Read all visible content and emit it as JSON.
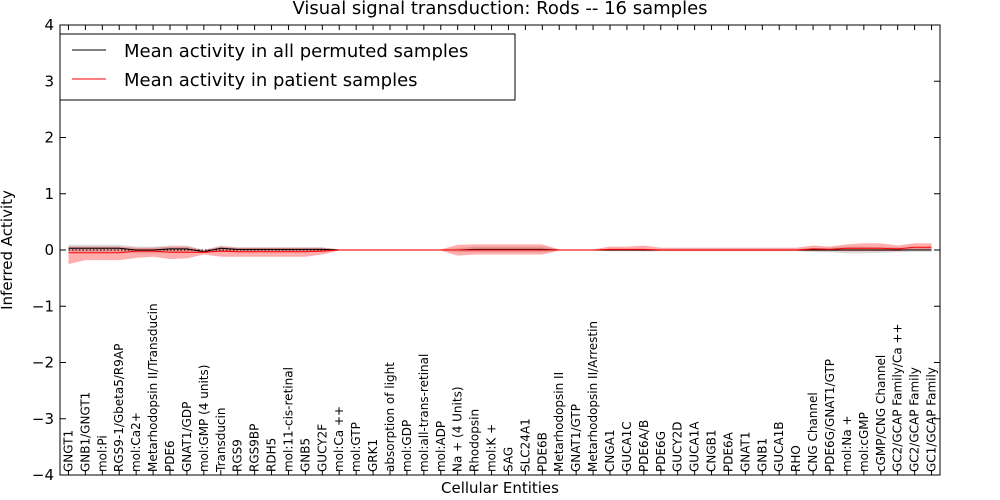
{
  "chart_data": {
    "type": "line",
    "title": "Visual signal transduction: Rods -- 16 samples",
    "xlabel": "Cellular Entities",
    "ylabel": "Inferred Activity",
    "ylim": [
      -4,
      4
    ],
    "yticks": [
      "−4",
      "−3",
      "−2",
      "−1",
      "0",
      "1",
      "2",
      "3",
      "4"
    ],
    "ytick_values": [
      -4,
      -3,
      -2,
      -1,
      0,
      1,
      2,
      3,
      4
    ],
    "legend_position": "top-left",
    "grid": false,
    "reference_line": {
      "y": 0,
      "style": "dotted"
    },
    "categories": [
      "GNGT1",
      "GNB1/GNGT1",
      "mol:Pi",
      "RGS9-1/Gbeta5/R9AP",
      "mol:Ca2+",
      "Metarhodopsin II/Transducin",
      "PDE6",
      "GNAT1/GDP",
      "mol:GMP (4 units)",
      "Transducin",
      "RGS9",
      "RGS9BP",
      "RDH5",
      "mol:11-cis-retinal",
      "GNB5",
      "GUCY2F",
      "mol:Ca ++",
      "mol:GTP",
      "GRK1",
      "absorption of light",
      "mol:GDP",
      "mol:all-trans-retinal",
      "mol:ADP",
      "Na + (4 Units)",
      "Rhodopsin",
      "mol:K +",
      "SAG",
      "SLC24A1",
      "PDE6B",
      "Metarhodopsin II",
      "GNAT1/GTP",
      "Metarhodopsin II/Arrestin",
      "CNGA1",
      "GUCA1C",
      "PDE6A/B",
      "PDE6G",
      "GUCY2D",
      "GUCA1A",
      "CNGB1",
      "PDE6A",
      "GNAT1",
      "GNB1",
      "GUCA1B",
      "RHO",
      "CNG Channel",
      "PDE6G/GNAT1/GTP",
      "mol:Na +",
      "mol:cGMP",
      "cGMP/CNG Channel",
      "GC2/GCAP Family/Ca ++",
      "GC2/GCAP Family",
      "GC1/GCAP Family"
    ],
    "series": [
      {
        "name": "Mean activity in all permuted samples",
        "color": "#000000",
        "values": [
          0.03,
          0.03,
          0.03,
          0.03,
          0.0,
          0.0,
          0.02,
          0.02,
          -0.03,
          0.03,
          0.01,
          0.01,
          0.01,
          0.01,
          0.01,
          0.01,
          0.0,
          0.0,
          0.0,
          0.0,
          0.0,
          0.0,
          0.0,
          0.0,
          0.01,
          0.01,
          0.01,
          0.01,
          0.01,
          0.0,
          0.0,
          0.0,
          0.0,
          0.0,
          0.0,
          0.0,
          0.0,
          0.0,
          0.0,
          0.0,
          0.0,
          0.0,
          0.0,
          0.0,
          0.0,
          0.0,
          0.0,
          0.0,
          0.0,
          0.0,
          0.0,
          0.0
        ],
        "band": {
          "color": "#b0b0b0",
          "lower": [
            -0.03,
            -0.03,
            -0.03,
            -0.03,
            -0.06,
            -0.06,
            -0.04,
            -0.04,
            -0.06,
            -0.02,
            -0.03,
            -0.03,
            -0.03,
            -0.03,
            -0.03,
            -0.03,
            -0.01,
            -0.01,
            -0.01,
            -0.01,
            -0.01,
            -0.01,
            -0.01,
            -0.03,
            -0.04,
            -0.04,
            -0.04,
            -0.04,
            -0.04,
            -0.01,
            -0.01,
            -0.01,
            -0.01,
            -0.01,
            -0.02,
            -0.02,
            -0.02,
            -0.02,
            -0.02,
            -0.02,
            -0.02,
            -0.02,
            -0.02,
            -0.02,
            -0.03,
            -0.04,
            -0.06,
            -0.06,
            -0.05,
            -0.04,
            -0.03,
            -0.03
          ],
          "upper": [
            0.09,
            0.09,
            0.09,
            0.09,
            0.06,
            0.06,
            0.08,
            0.08,
            0.0,
            0.08,
            0.05,
            0.05,
            0.05,
            0.05,
            0.05,
            0.05,
            0.01,
            0.01,
            0.01,
            0.01,
            0.01,
            0.01,
            0.01,
            0.03,
            0.06,
            0.06,
            0.06,
            0.06,
            0.06,
            0.01,
            0.01,
            0.01,
            0.01,
            0.01,
            0.02,
            0.02,
            0.02,
            0.02,
            0.02,
            0.02,
            0.02,
            0.02,
            0.02,
            0.02,
            0.03,
            0.04,
            0.06,
            0.06,
            0.05,
            0.05,
            0.04,
            0.04
          ]
        }
      },
      {
        "name": "Mean activity in patient samples",
        "color": "#ff0000",
        "values": [
          -0.05,
          -0.05,
          -0.05,
          -0.05,
          -0.02,
          -0.02,
          -0.04,
          -0.04,
          -0.04,
          -0.02,
          -0.03,
          -0.03,
          -0.03,
          -0.03,
          -0.03,
          -0.02,
          0.0,
          0.0,
          0.0,
          0.0,
          0.0,
          0.0,
          0.0,
          0.0,
          0.0,
          0.0,
          0.0,
          0.0,
          0.0,
          0.0,
          0.0,
          0.0,
          0.01,
          0.01,
          0.01,
          0.0,
          0.0,
          0.0,
          0.0,
          0.0,
          0.0,
          0.0,
          0.0,
          0.0,
          0.02,
          0.01,
          0.03,
          0.03,
          0.03,
          0.02,
          0.05,
          0.05
        ],
        "band": {
          "color": "#ff0000",
          "lower": [
            -0.25,
            -0.18,
            -0.18,
            -0.18,
            -0.14,
            -0.12,
            -0.16,
            -0.15,
            -0.08,
            -0.12,
            -0.12,
            -0.12,
            -0.12,
            -0.12,
            -0.12,
            -0.08,
            -0.01,
            -0.01,
            -0.01,
            -0.01,
            -0.01,
            -0.01,
            -0.01,
            -0.1,
            -0.08,
            -0.08,
            -0.08,
            -0.08,
            -0.08,
            -0.01,
            -0.01,
            -0.01,
            -0.02,
            -0.02,
            -0.02,
            -0.02,
            -0.02,
            -0.02,
            -0.02,
            -0.02,
            -0.02,
            -0.02,
            -0.02,
            -0.02,
            -0.02,
            -0.02,
            -0.02,
            -0.02,
            -0.02,
            -0.02,
            0.0,
            0.0
          ],
          "upper": [
            0.06,
            0.06,
            0.06,
            0.06,
            0.04,
            0.04,
            0.06,
            0.06,
            0.0,
            0.06,
            0.04,
            0.04,
            0.04,
            0.04,
            0.04,
            0.04,
            0.01,
            0.01,
            0.01,
            0.01,
            0.01,
            0.01,
            0.01,
            0.09,
            0.1,
            0.1,
            0.1,
            0.1,
            0.1,
            0.01,
            0.01,
            0.01,
            0.06,
            0.06,
            0.08,
            0.04,
            0.04,
            0.04,
            0.04,
            0.04,
            0.04,
            0.04,
            0.04,
            0.04,
            0.08,
            0.06,
            0.1,
            0.12,
            0.12,
            0.08,
            0.12,
            0.12
          ]
        }
      }
    ]
  }
}
